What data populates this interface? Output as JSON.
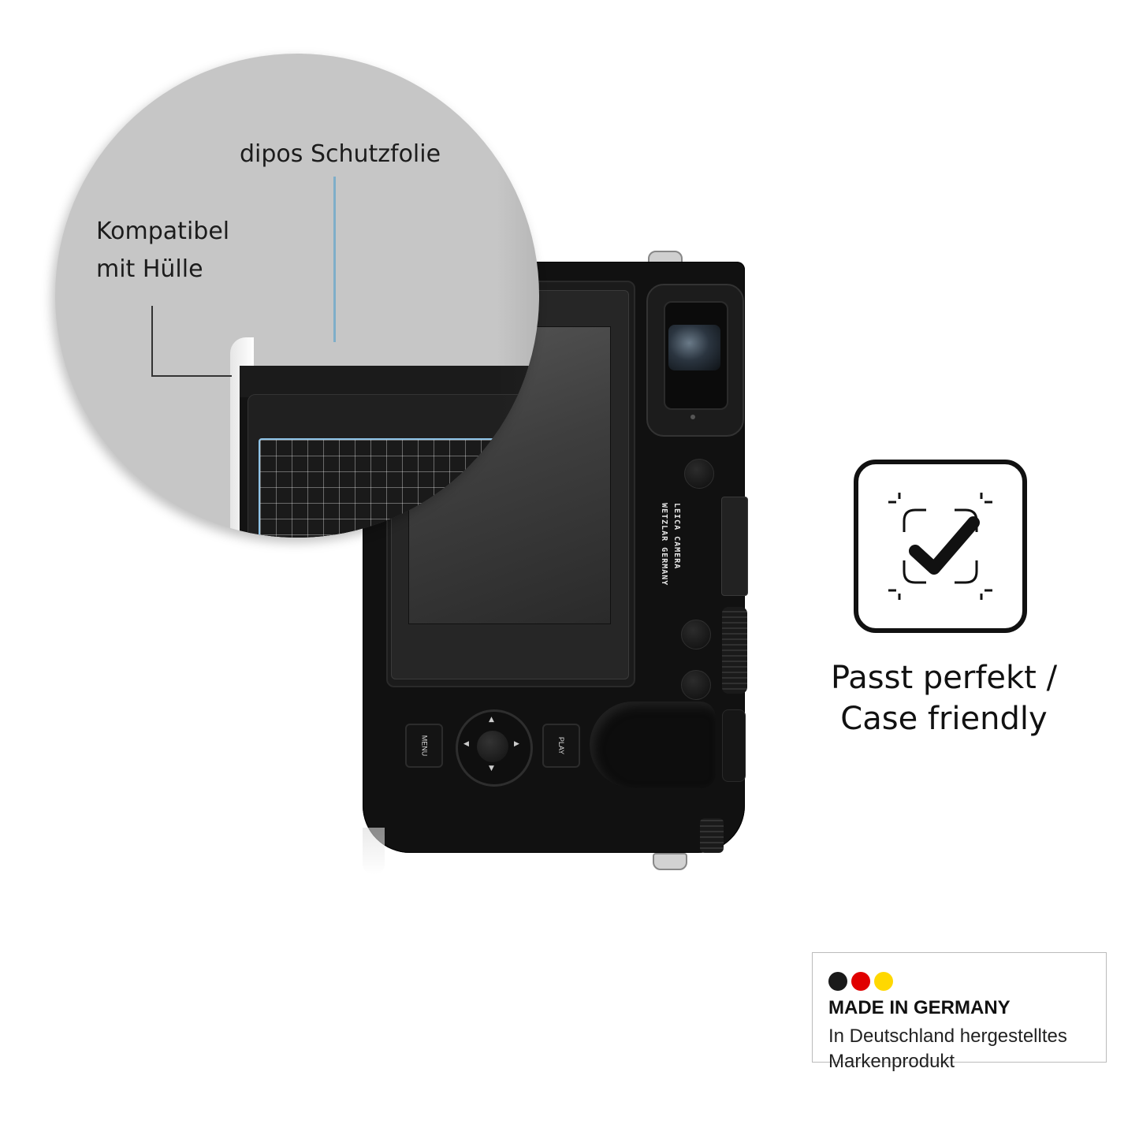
{
  "zoom": {
    "label_film": "dipos Schutzfolie",
    "label_case_line1": "Kompatibel",
    "label_case_line2": "mit Hülle"
  },
  "camera": {
    "brand_line1": "LEICA CAMERA",
    "brand_line2": "WETZLAR GERMANY",
    "menu_key": "MENU",
    "play_key": "PLAY"
  },
  "badge": {
    "icon": "focus-check-icon",
    "caption_line1": "Passt perfekt /",
    "caption_line2": "Case friendly"
  },
  "made_in_germany": {
    "title": "MADE IN GERMANY",
    "sub_line1": "In Deutschland hergestelltes",
    "sub_line2": "Markenprodukt",
    "flag_colors": [
      "#1a1a1a",
      "#e00000",
      "#ffd800"
    ]
  }
}
